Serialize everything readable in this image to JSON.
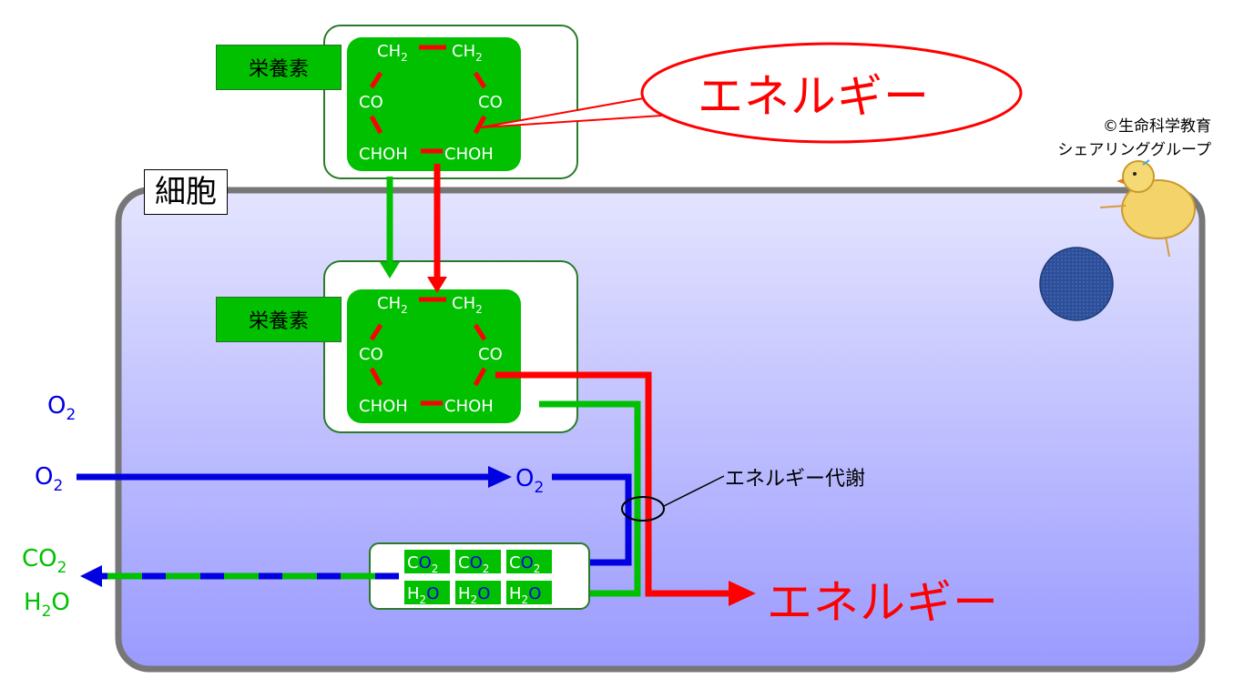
{
  "cell_label": "細胞",
  "nutrient_label": "栄養素",
  "energy_label": "エネルギー",
  "metabolism_label": "エネルギー代謝",
  "copyright": {
    "line1": "©生命科学教育",
    "line2": "シェアリンググループ"
  },
  "molecule": {
    "ch2": "CH",
    "co": "CO",
    "choh": "CHOH",
    "sub2": "2"
  },
  "oxygen": {
    "base": "O",
    "sub": "2"
  },
  "carbon_dioxide": {
    "base": "CO",
    "sub": "2"
  },
  "water": {
    "h": "H",
    "sub": "2",
    "o": "O"
  },
  "colors": {
    "green": "#00c000",
    "red": "#ff0000",
    "blue": "#0000e0",
    "cell_top": "#e2e2ff",
    "cell_bottom": "#9a9aff",
    "nucleus": "#2d4f9a"
  }
}
